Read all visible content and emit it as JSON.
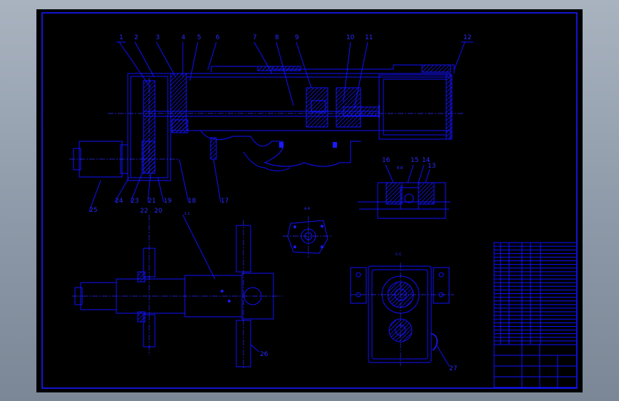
{
  "drawing": {
    "part_labels": [
      "1",
      "2",
      "3",
      "4",
      "5",
      "6",
      "7",
      "8",
      "9",
      "10",
      "11",
      "12",
      "13",
      "14",
      "15",
      "16",
      "17",
      "18",
      "19",
      "20",
      "21",
      "22",
      "23",
      "24",
      "25",
      "26",
      "27"
    ],
    "section_labels": {
      "b_b": "B-B",
      "a_a": "A-A",
      "c_c": "C-C",
      "scale_note": "1:1"
    },
    "colors": {
      "background": "#000000",
      "line": "#1010ff",
      "window": "#9aa5b3"
    }
  }
}
